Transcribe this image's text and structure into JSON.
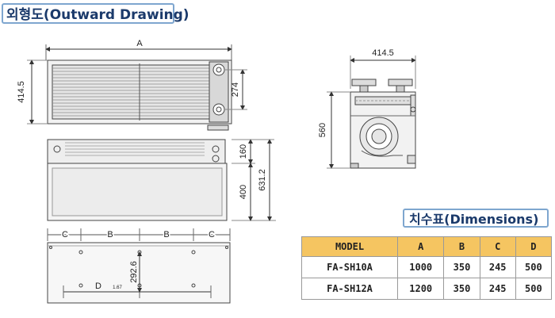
{
  "header": {
    "title": "외형도(Outward Drawing)"
  },
  "dimensions_header": {
    "title": "치수표(Dimensions)"
  },
  "drawing": {
    "labels": {
      "a": "A",
      "b": "B",
      "c": "C",
      "d": "D",
      "width_414": "414.5",
      "height_414": "414.5",
      "h274": "274",
      "h560": "560",
      "h160": "160",
      "h400": "400",
      "h631": "631.2",
      "h292": "292.6",
      "small_note": "1.67"
    }
  },
  "table": {
    "headers": [
      "MODEL",
      "A",
      "B",
      "C",
      "D"
    ],
    "rows": [
      [
        "FA-SH10A",
        "1000",
        "350",
        "245",
        "500"
      ],
      [
        "FA-SH12A",
        "1200",
        "350",
        "245",
        "500"
      ]
    ]
  }
}
